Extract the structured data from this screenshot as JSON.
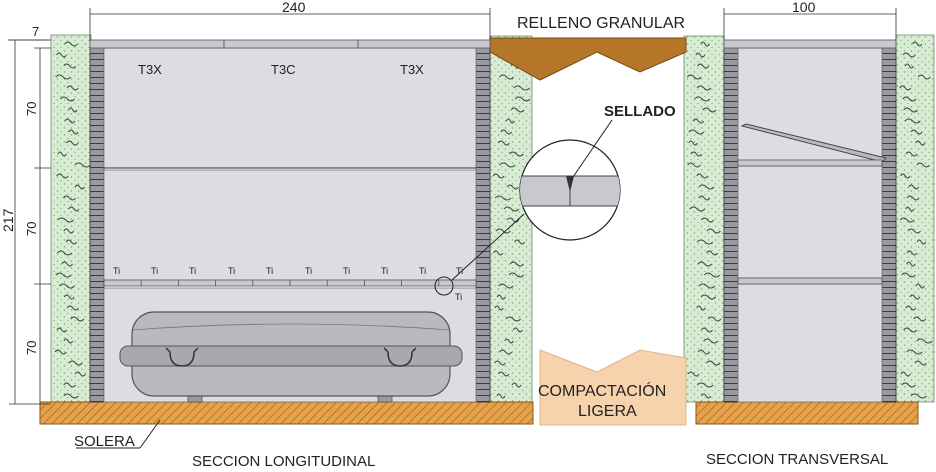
{
  "dimensions": {
    "top_width": "240",
    "top_width_transversal": "100",
    "top_thickness": "7",
    "total_height": "217",
    "level_heights": [
      "70",
      "70",
      "70"
    ]
  },
  "slab_labels": [
    "T3X",
    "T3C",
    "T3X"
  ],
  "ti_labels": [
    "Ti",
    "Ti",
    "Ti",
    "Ti",
    "Ti",
    "Ti",
    "Ti",
    "Ti",
    "Ti",
    "Ti"
  ],
  "detail": {
    "callout_ti": "Ti",
    "sellado": "SELLADO"
  },
  "annotations": {
    "relleno": "RELLENO GRANULAR",
    "compactacion_1": "COMPACTACIÓN",
    "compactacion_2": "LIGERA",
    "solera": "SOLERA"
  },
  "captions": {
    "longitudinal": "SECCION LONGITUDINAL",
    "transversal": "SECCION TRANSVERSAL"
  },
  "colors": {
    "soil": "#d6ecd2",
    "solera": "#e6a24a",
    "relleno": "#b6762a",
    "compactacion": "#f6d2ad",
    "concrete": "#dcdde2",
    "slab": "#c8c9ce"
  }
}
